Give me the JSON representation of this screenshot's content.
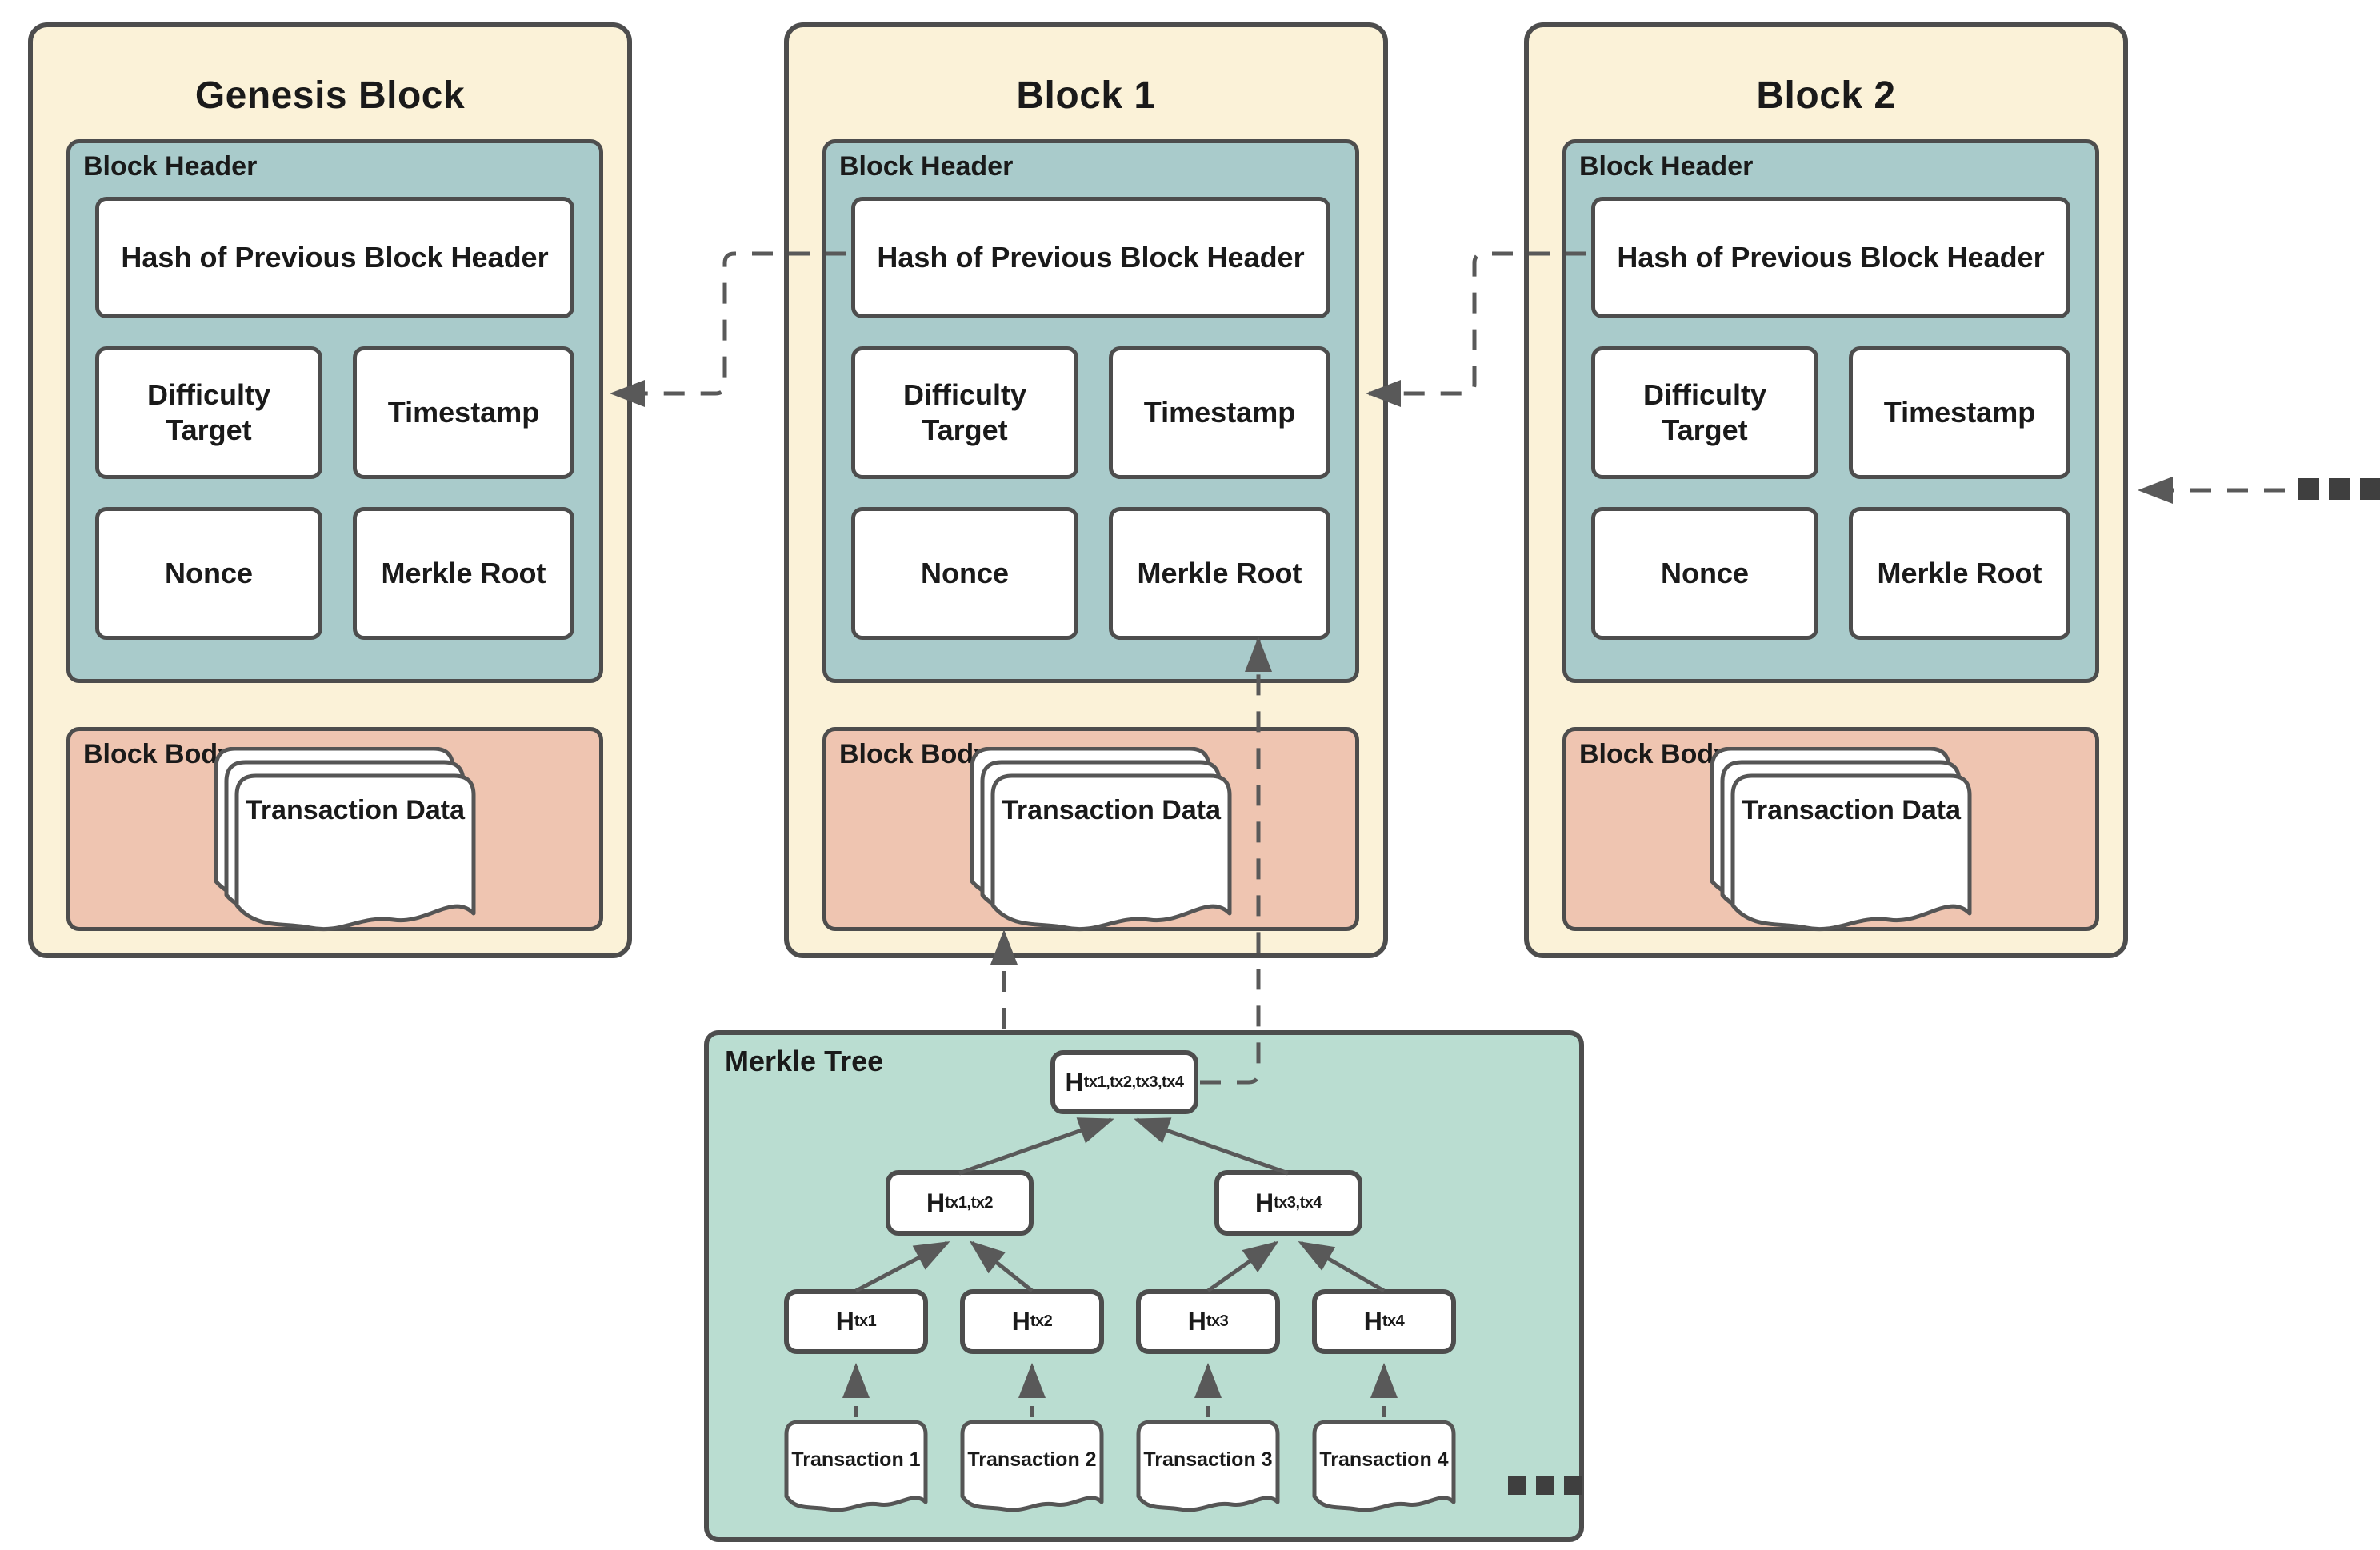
{
  "colors": {
    "cream": "#FBF2D8",
    "teal": "#A9CBCB",
    "salmon": "#EFC5B1",
    "mint": "#BADDD1",
    "border": "#4D4D4D",
    "ink": "#1A1A1A",
    "line": "#595959",
    "white": "#FFFFFF"
  },
  "blocks": [
    {
      "title": "Genesis Block",
      "header_label": "Block Header",
      "hash_label": "Hash of Previous Block Header",
      "difficulty_label": "Difficulty Target",
      "timestamp_label": "Timestamp",
      "nonce_label": "Nonce",
      "merkle_root_label": "Merkle Root",
      "body_label": "Block Body",
      "transaction_data_label": "Transaction Data"
    },
    {
      "title": "Block 1",
      "header_label": "Block Header",
      "hash_label": "Hash of Previous Block Header",
      "difficulty_label": "Difficulty Target",
      "timestamp_label": "Timestamp",
      "nonce_label": "Nonce",
      "merkle_root_label": "Merkle Root",
      "body_label": "Block Body",
      "transaction_data_label": "Transaction Data"
    },
    {
      "title": "Block 2",
      "header_label": "Block Header",
      "hash_label": "Hash of Previous Block Header",
      "difficulty_label": "Difficulty Target",
      "timestamp_label": "Timestamp",
      "nonce_label": "Nonce",
      "merkle_root_label": "Merkle Root",
      "body_label": "Block Body",
      "transaction_data_label": "Transaction Data"
    }
  ],
  "merkle_tree": {
    "title": "Merkle Tree",
    "root": {
      "h": "H",
      "sub": "tx1,tx2,tx3,tx4"
    },
    "level2": [
      {
        "h": "H",
        "sub": "tx1,tx2"
      },
      {
        "h": "H",
        "sub": "tx3,tx4"
      }
    ],
    "leaves": [
      {
        "h": "H",
        "sub": "tx1"
      },
      {
        "h": "H",
        "sub": "tx2"
      },
      {
        "h": "H",
        "sub": "tx3"
      },
      {
        "h": "H",
        "sub": "tx4"
      }
    ],
    "transactions": [
      {
        "label": "Transaction 1"
      },
      {
        "label": "Transaction 2"
      },
      {
        "label": "Transaction 3"
      },
      {
        "label": "Transaction 4"
      }
    ],
    "more_transactions_ellipsis": "..."
  },
  "connectors": {
    "more_blocks_ellipsis": "...",
    "prev_hash_link_label": "hash of previous block header reference",
    "merkle_root_link_label": "merkle tree root to merkle root field",
    "tree_to_body_link_label": "merkle tree to block body"
  }
}
